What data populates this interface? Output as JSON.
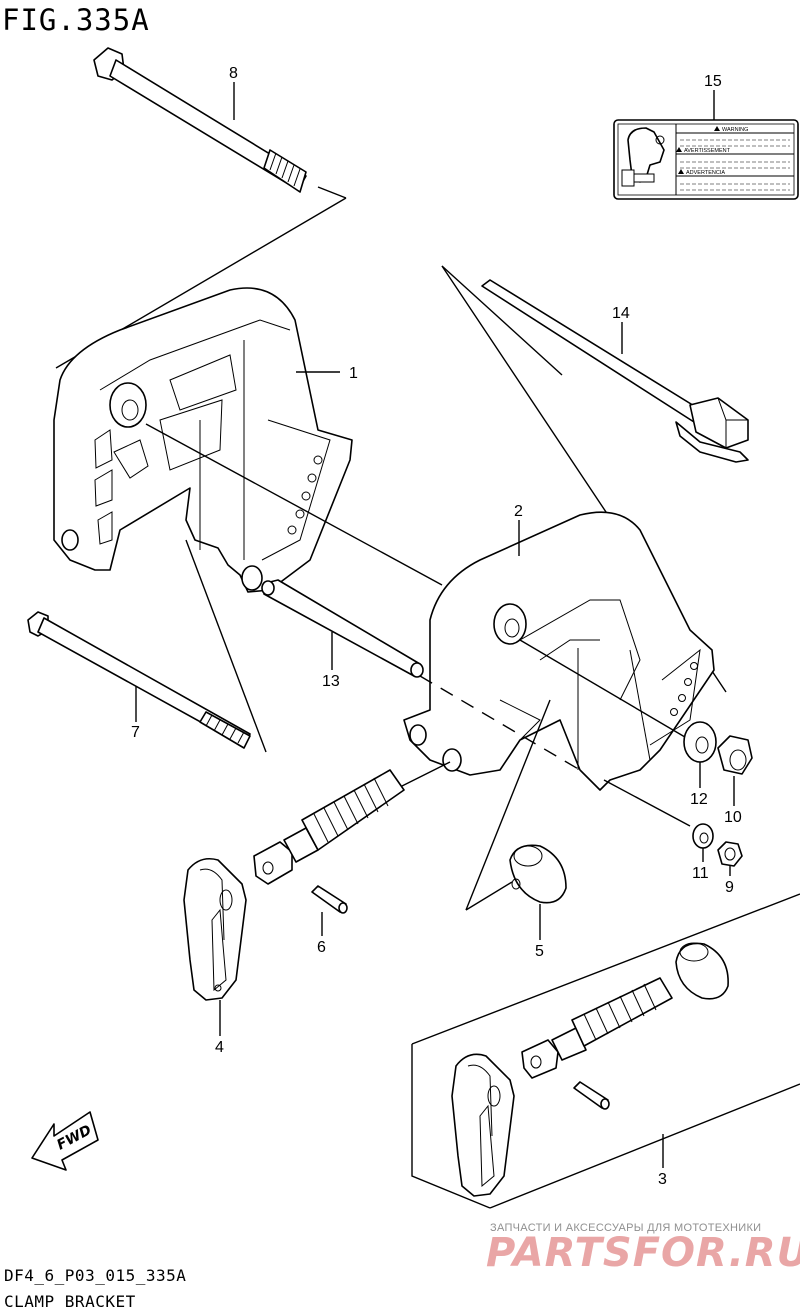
{
  "figure": {
    "title": "FIG.335A",
    "code": "DF4_6_P03_015_335A",
    "caption": "CLAMP BRACKET"
  },
  "callouts": [
    "1",
    "2",
    "3",
    "4",
    "5",
    "6",
    "7",
    "8",
    "9",
    "10",
    "11",
    "12",
    "13",
    "14",
    "15"
  ],
  "label_sticker": {
    "lines": [
      "WARNING",
      "AVERTISSEMENT",
      "ADVERTENCIA"
    ]
  },
  "fwd_arrow": {
    "text": "FWD"
  },
  "watermark": {
    "tagline": "ЗАПЧАСТИ И АКСЕССУАРЫ ДЛЯ МОТОТЕХНИКИ",
    "logo": "PARTSFOR.RU"
  },
  "colors": {
    "ink": "#000000",
    "paper": "#ffffff",
    "watermark_text": "#8f8f8f",
    "watermark_logo": "#e9a6a6"
  }
}
